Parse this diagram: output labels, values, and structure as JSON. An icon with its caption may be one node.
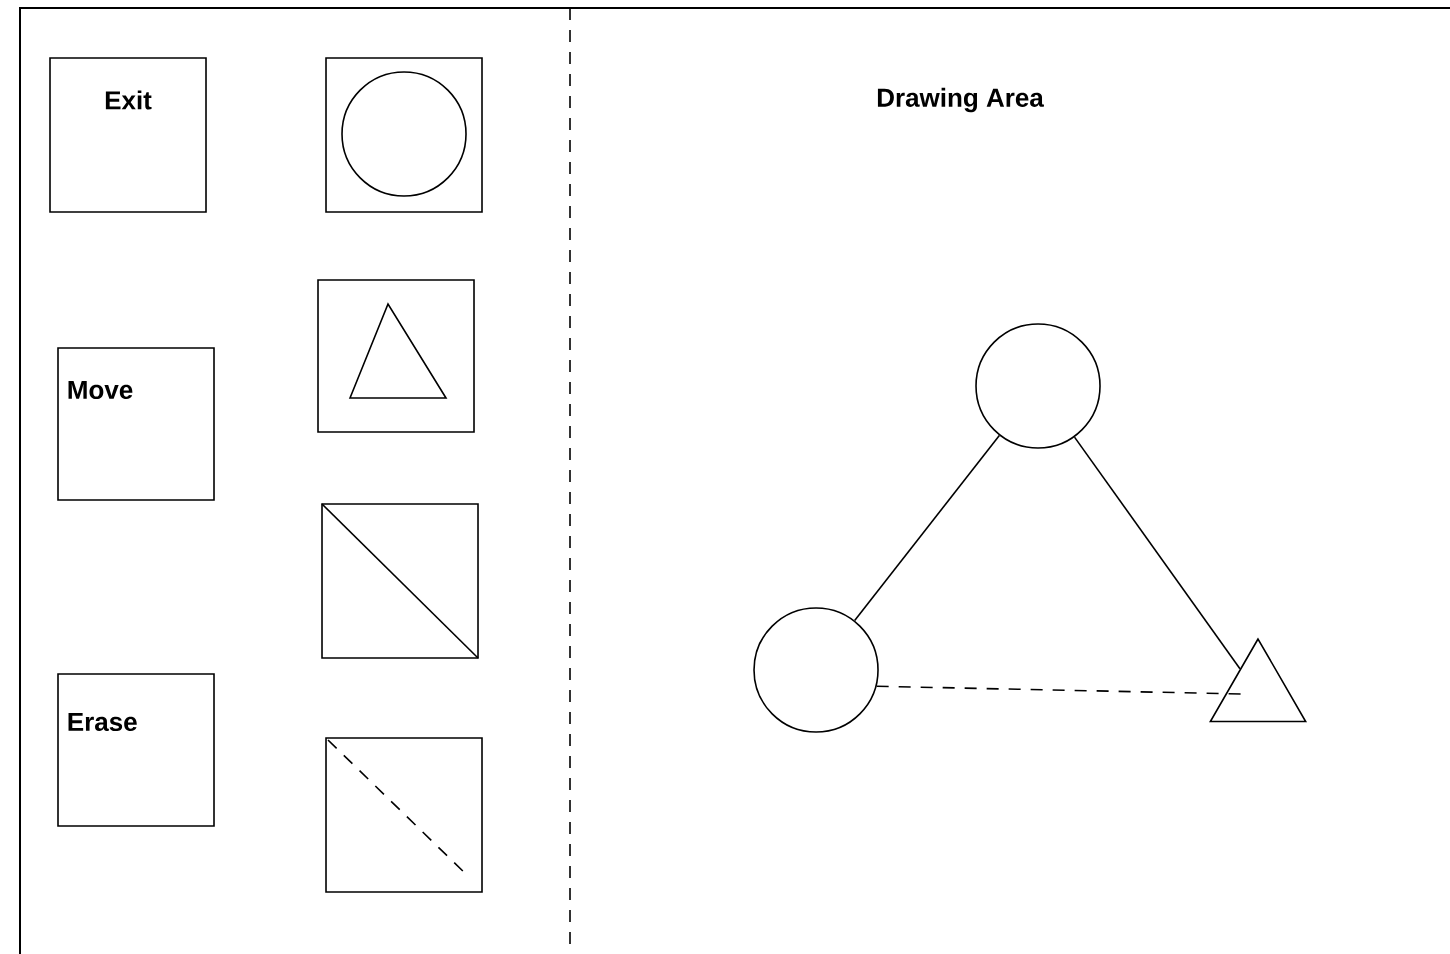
{
  "diagram": {
    "nodes": [
      {
        "text": [
          "Exit"
        ]
      },
      {
        "text": [
          "Move"
        ]
      },
      {
        "text": [
          "Erase"
        ]
      },
      {
        "text": [],
        "shape": "box"
      },
      {
        "text": [],
        "shape": "box"
      },
      {
        "text": [],
        "shape": "box"
      },
      {
        "text": [],
        "shape": "box"
      },
      {
        "text": [],
        "shape": "circle"
      },
      {
        "text": [],
        "shape": "circle"
      },
      {
        "text": [],
        "shape": "triangle"
      }
    ],
    "edges": [
      {
        "from": 7,
        "to": 8,
        "arrow": "none"
      },
      {
        "from": 7,
        "to": 9,
        "arrow": "none"
      },
      {
        "from": 8,
        "to": 9,
        "arrow": "none",
        "style": "dashed"
      }
    ],
    "labels": [
      "Drawing Area"
    ]
  }
}
